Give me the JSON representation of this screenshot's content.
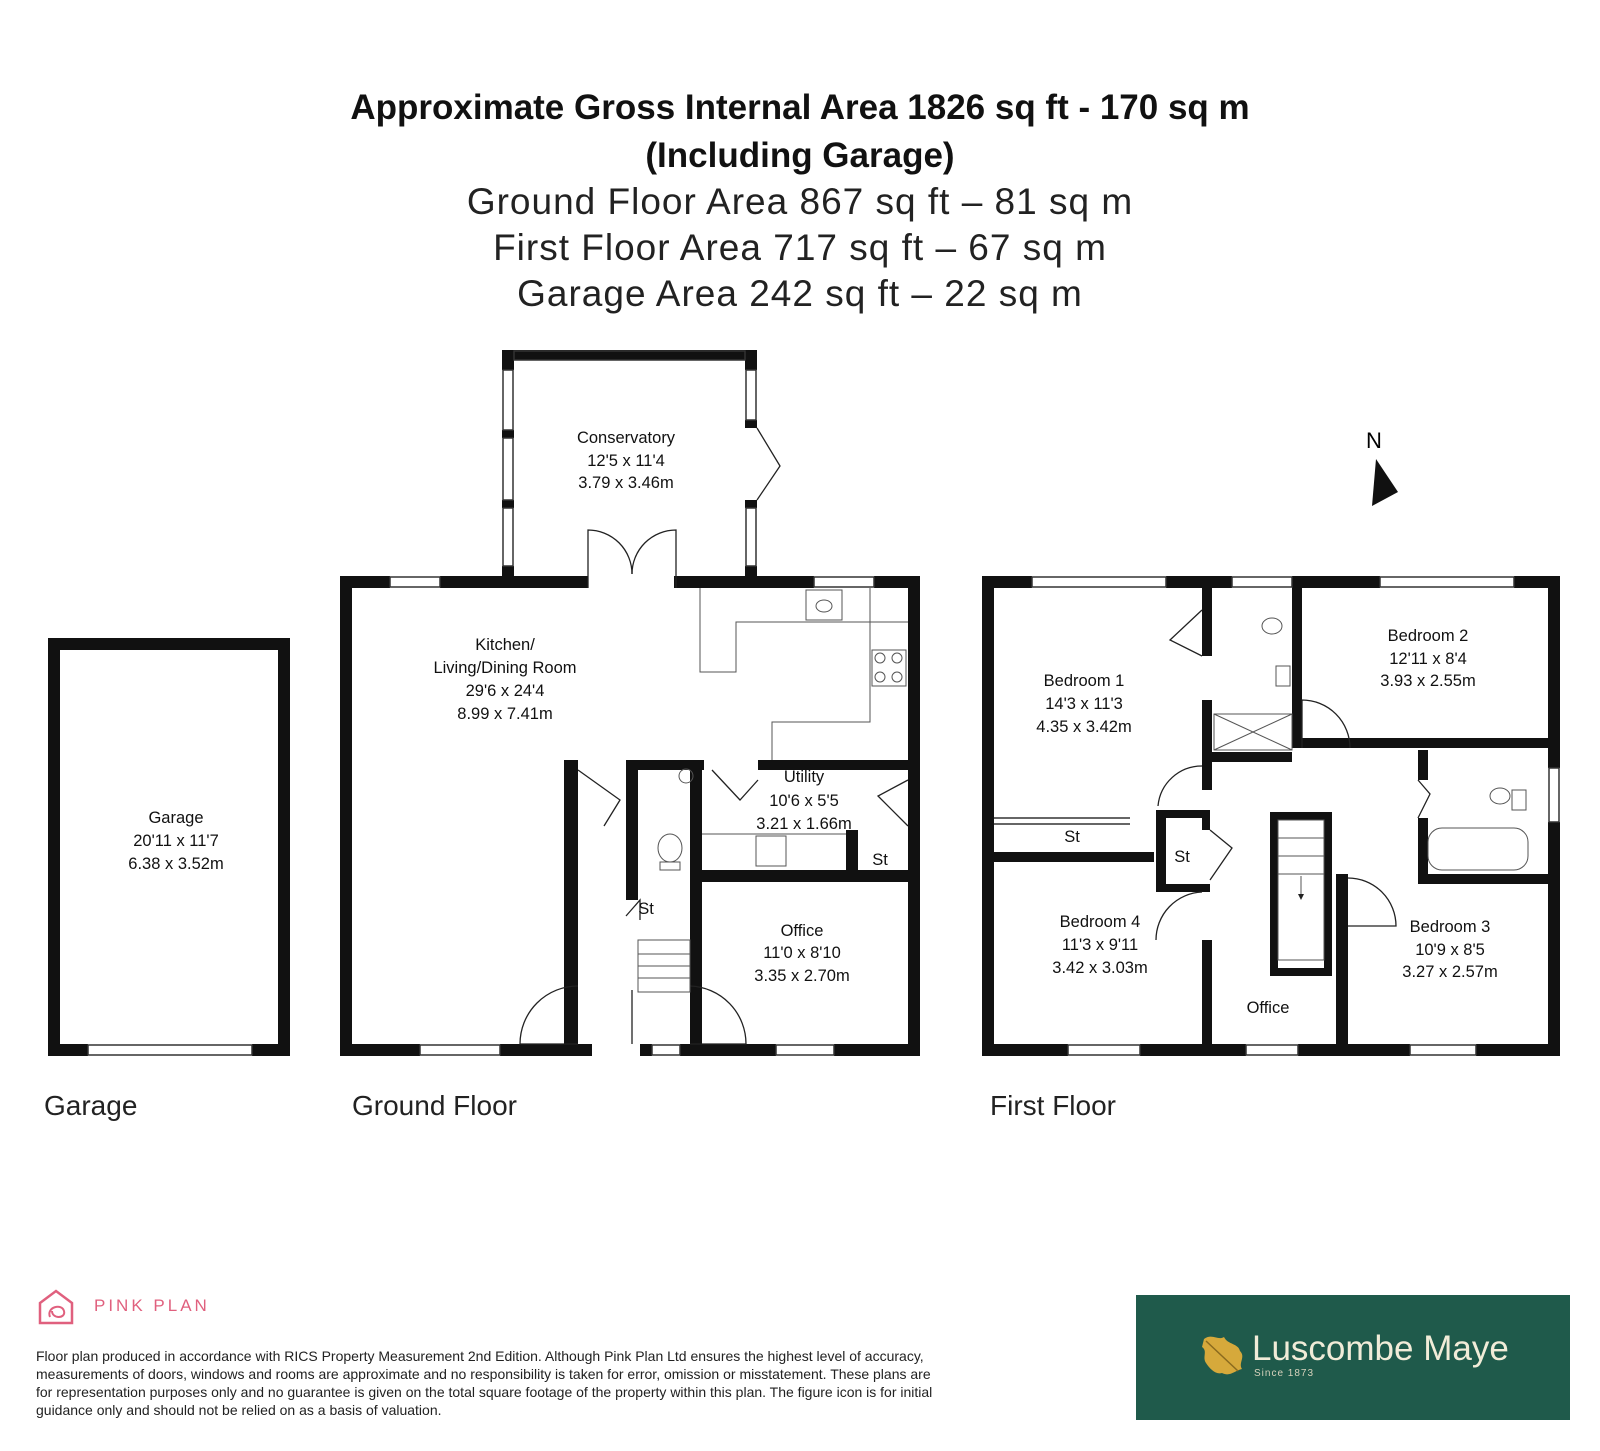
{
  "header": {
    "line1": "Approximate Gross Internal Area 1826 sq ft - 170 sq m",
    "line2": "(Including Garage)",
    "line3": "Ground Floor Area 867 sq ft – 81 sq m",
    "line4": "First Floor Area 717 sq ft – 67 sq m",
    "line5": "Garage Area 242 sq ft – 22 sq m"
  },
  "floors": {
    "garage": "Garage",
    "ground": "Ground Floor",
    "first": "First Floor"
  },
  "compass": "N",
  "rooms": {
    "garage": {
      "name": "Garage",
      "imperial": "20'11 x 11'7",
      "metric": "6.38 x 3.52m"
    },
    "conservatory": {
      "name": "Conservatory",
      "imperial": "12'5 x 11'4",
      "metric": "3.79 x 3.46m"
    },
    "kitchen": {
      "name1": "Kitchen/",
      "name2": "Living/Dining Room",
      "imperial": "29'6 x 24'4",
      "metric": "8.99 x 7.41m"
    },
    "utility": {
      "name": "Utility",
      "imperial": "10'6 x 5'5",
      "metric": "3.21 x 1.66m"
    },
    "office_gf": {
      "name": "Office",
      "imperial": "11'0 x 8'10",
      "metric": "3.35 x 2.70m"
    },
    "bedroom1": {
      "name": "Bedroom 1",
      "imperial": "14'3 x 11'3",
      "metric": "4.35 x 3.42m"
    },
    "bedroom2": {
      "name": "Bedroom 2",
      "imperial": "12'11 x 8'4",
      "metric": "3.93 x 2.55m"
    },
    "bedroom3": {
      "name": "Bedroom 3",
      "imperial": "10'9 x 8'5",
      "metric": "3.27 x 2.57m"
    },
    "bedroom4": {
      "name": "Bedroom 4",
      "imperial": "11'3 x 9'11",
      "metric": "3.42 x 3.03m"
    },
    "office_ff": {
      "name": "Office"
    },
    "store": "St"
  },
  "footer": {
    "brand": "PINK PLAN",
    "disclaimer": "Floor plan produced in accordance with RICS Property Measurement 2nd Edition. Although Pink Plan Ltd ensures the highest level of accuracy, measurements of doors, windows and rooms are approximate and no responsibility is taken for error, omission or misstatement. These plans are for representation purposes only and no guarantee is given on the total square footage of the property within this plan. The figure icon is for initial guidance only and should not be relied on as a basis of valuation.",
    "agent_name": "Luscombe Maye",
    "agent_since": "Since 1873"
  },
  "colors": {
    "wall": "#111111",
    "pink": "#e0607e",
    "agent_bg": "#1f5a4b"
  }
}
